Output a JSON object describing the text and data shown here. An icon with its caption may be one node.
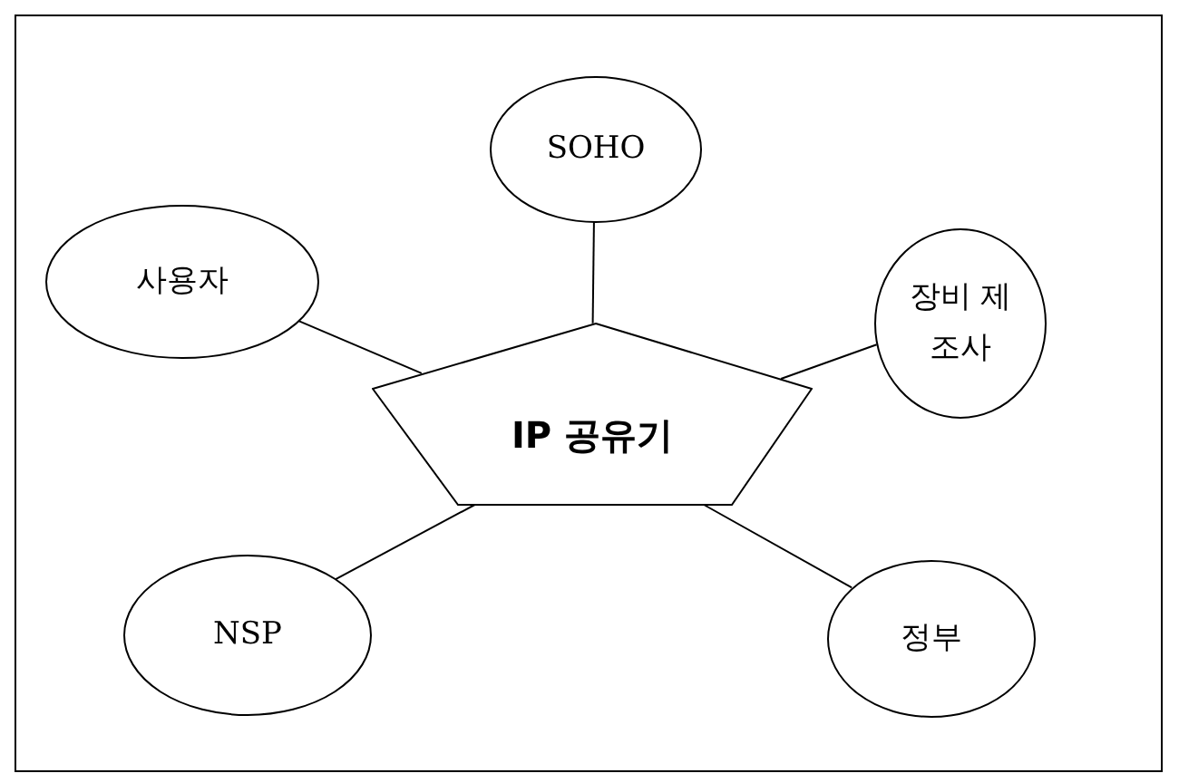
{
  "diagram": {
    "nodes": [
      {
        "text": [
          "SOHO"
        ]
      },
      {
        "text": [
          "사용자"
        ]
      },
      {
        "text": [
          "장비 제조사"
        ]
      },
      {
        "text": [
          "IP 공유기"
        ]
      },
      {
        "text": [
          "NSP"
        ]
      },
      {
        "text": [
          "정부"
        ]
      }
    ],
    "edges": [
      {
        "from": 0,
        "to": 3,
        "arrow": "none"
      },
      {
        "from": 1,
        "to": 3,
        "arrow": "none"
      },
      {
        "from": 2,
        "to": 3,
        "arrow": "none"
      },
      {
        "from": 4,
        "to": 3,
        "arrow": "none"
      },
      {
        "from": 5,
        "to": 3,
        "arrow": "none"
      }
    ]
  }
}
